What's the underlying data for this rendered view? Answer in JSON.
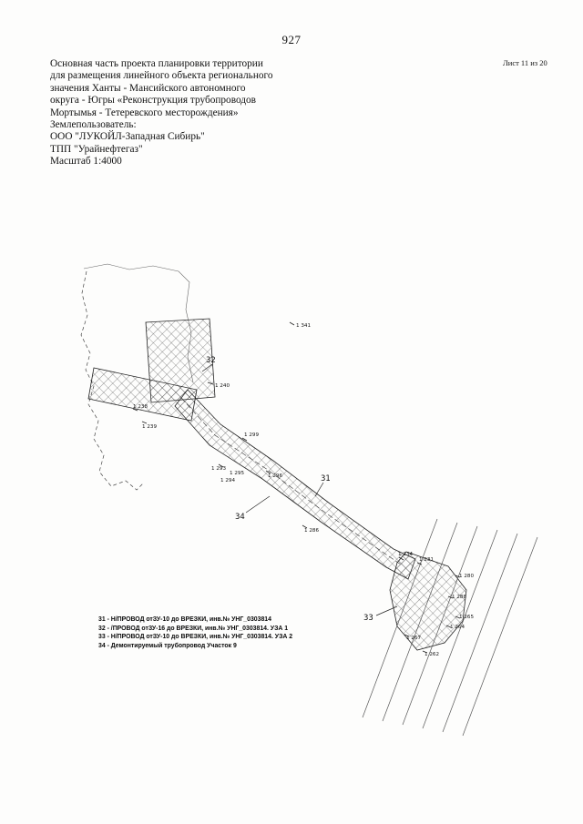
{
  "page": {
    "number": "927",
    "sheet": "Лист 11 из 20"
  },
  "header": {
    "lines": [
      "Основная часть проекта планировки территории",
      "для размещения линейного объекта регионального",
      "значения Ханты - Мансийского автономного",
      "округа - Югры «Реконструкция трубопроводов",
      "Мортымья - Тетеревского месторождения»",
      "Землепользователь:",
      "ООО \"ЛУКОЙЛ-Западная Сибирь\"",
      "ТПП \"Урайнефтегаз\"",
      "Масштаб 1:4000"
    ]
  },
  "map": {
    "callouts": {
      "c31": "31",
      "c32": "32",
      "c33": "33",
      "c34": "34"
    },
    "points": [
      {
        "label": "1 341"
      },
      {
        "label": "1 240"
      },
      {
        "label": "1 238"
      },
      {
        "label": "1 239"
      },
      {
        "label": "1 299"
      },
      {
        "label": "1 293"
      },
      {
        "label": "1 295"
      },
      {
        "label": "1 294"
      },
      {
        "label": "1 296"
      },
      {
        "label": "1 286"
      },
      {
        "label": "1 234"
      },
      {
        "label": "1 231"
      },
      {
        "label": "1 280"
      },
      {
        "label": "1 288"
      },
      {
        "label": "1 265"
      },
      {
        "label": "1 264"
      },
      {
        "label": "1 267"
      },
      {
        "label": "1 262"
      }
    ]
  },
  "legend": {
    "items": [
      "31 - Н/ПРОВОД отЗУ-10 до ВРЕЗКИ, инв.№ УНГ_0303814",
      "32 - /ПРОВОД отЗУ-16 до ВРЕЗКИ, инв.№ УНГ_0303814. УЗА 1",
      "33 - Н/ПРОВОД отЗУ-10 до ВРЕЗКИ, инв.№ УНГ_0303814. УЗА 2",
      "34 - Демонтируемый трубопровод Участок 9"
    ]
  }
}
